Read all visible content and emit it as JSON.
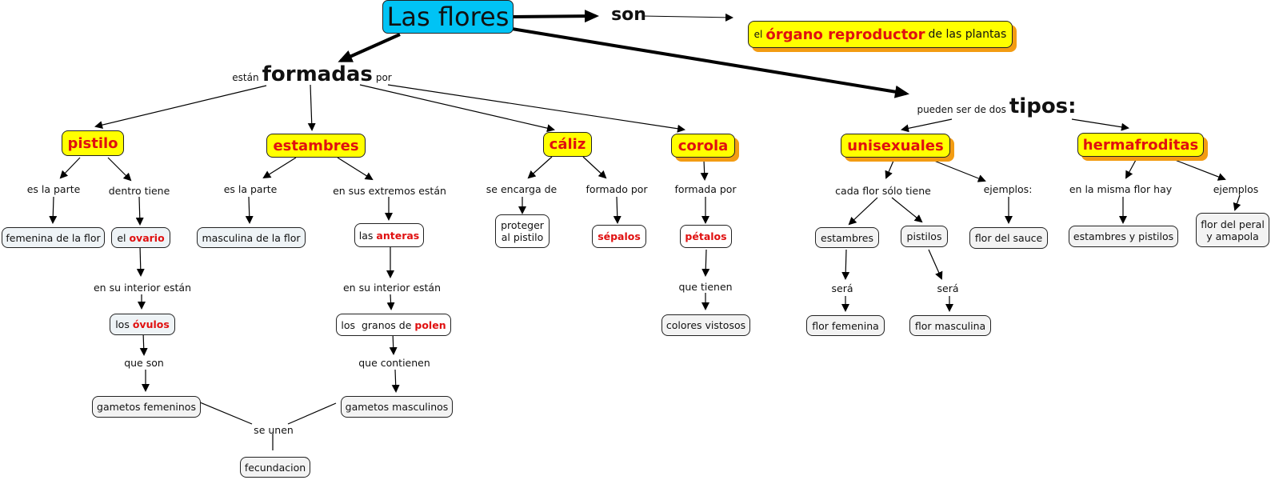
{
  "title": "Las flores",
  "colors": {
    "root": "#00c3f5",
    "key_fill": "#ffff00",
    "key_text": "#e01010",
    "shadow": "#f39c12"
  },
  "root": {
    "label": "Las flores"
  },
  "son": {
    "label": "son"
  },
  "definition": {
    "pre": "el",
    "highlight": "órgano reproductor",
    "post": "de las plantas"
  },
  "formadas": {
    "pre": "están",
    "main": "formadas",
    "post": "por"
  },
  "tipos": {
    "pre": "pueden ser de dos",
    "main": "tipos:"
  },
  "parts": {
    "pistilo": {
      "label": "pistilo",
      "links": [
        "es la parte",
        "dentro tiene"
      ],
      "femenina": "femenina de la flor",
      "ovario": {
        "pre": "el",
        "red": "ovario"
      },
      "interior_link": "en su interior están",
      "ovulos": {
        "pre": "los",
        "red": "óvulos"
      },
      "que_son": "que son",
      "gametos": "gametos femeninos"
    },
    "estambres": {
      "label": "estambres",
      "links": [
        "es la parte",
        "en sus extremos están"
      ],
      "masculina": "masculina de la flor",
      "anteras": {
        "pre": "las",
        "red": "anteras"
      },
      "interior_link": "en su interior están",
      "polen": {
        "pre": "los  granos de",
        "red": "polen"
      },
      "que_contienen": "que contienen",
      "gametos": "gametos masculinos"
    },
    "union": {
      "link": "se unen",
      "result": "fecundacion"
    },
    "caliz": {
      "label": "cáliz",
      "links": [
        "se encarga de",
        "formado por"
      ],
      "proteger": [
        "proteger",
        "al pistilo"
      ],
      "sepalos": "sépalos"
    },
    "corola": {
      "label": "corola",
      "link": "formada por",
      "petalos": "pétalos",
      "que_tienen": "que tienen",
      "colores": "colores vistosos"
    }
  },
  "types": {
    "unisexuales": {
      "label": "unisexuales",
      "links": [
        "cada flor sólo tiene",
        "ejemplos:"
      ],
      "estambres": "estambres",
      "pistilos": "pistilos",
      "sera_1": "será",
      "sera_2": "será",
      "flor_femenina": "flor femenina",
      "flor_masculina": "flor masculina",
      "ejemplo": "flor del sauce"
    },
    "hermafroditas": {
      "label": "hermafroditas",
      "links": [
        "en la misma flor hay",
        "ejemplos"
      ],
      "contenido": "estambres y pistilos",
      "ejemplo": [
        "flor del peral",
        "y amapola"
      ]
    }
  }
}
